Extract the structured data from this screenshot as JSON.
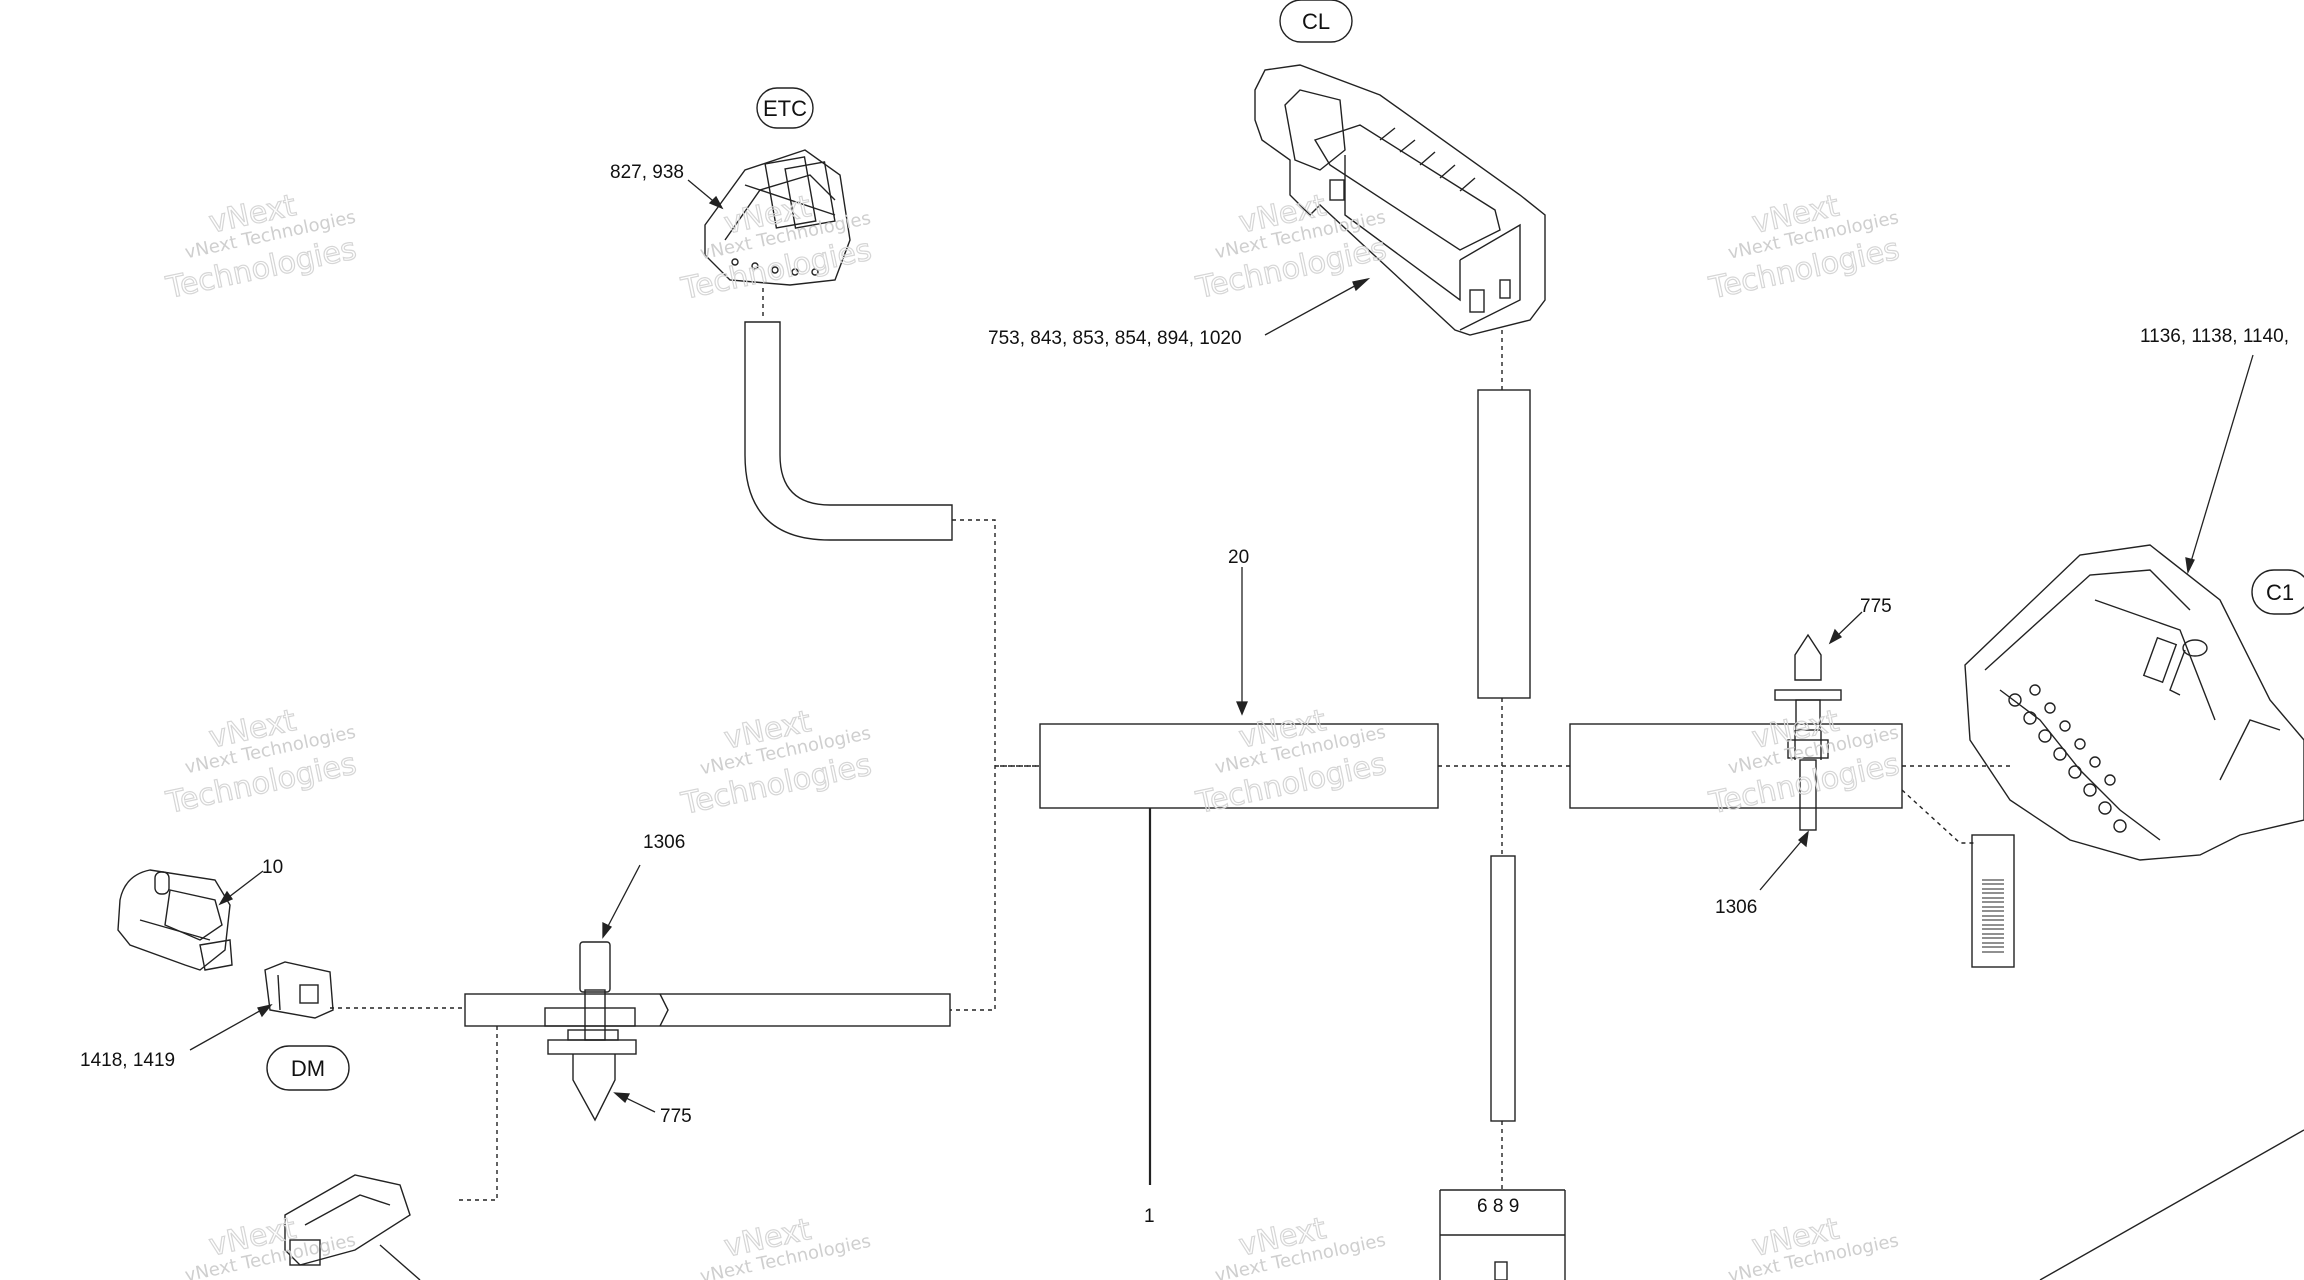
{
  "tags": {
    "etc": "ETC",
    "cl": "CL",
    "c1": "C1",
    "dm": "DM"
  },
  "labels": {
    "etc_parts": "827, 938",
    "cl_parts": "753, 843, 853, 854, 894, 1020",
    "c1_parts": "1136, 1138, 1140,",
    "center_part": "20",
    "clip_right_top": "775",
    "clip_right_bottom": "1306",
    "clip_left_top": "1306",
    "clip_left_bottom": "775",
    "sensor": "10",
    "dm_parts": "1418, 1419",
    "harness": "1",
    "bottom_connector": "6  8  9"
  },
  "watermark": {
    "line1": "vNext Technologies",
    "line2": "vNext",
    "line3": "Technologies"
  }
}
